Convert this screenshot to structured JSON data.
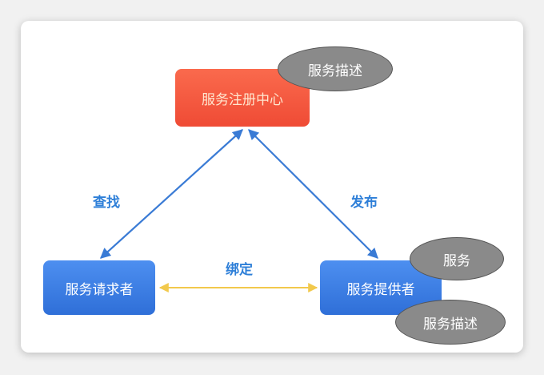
{
  "nodes": {
    "registry": "服务注册中心",
    "requester": "服务请求者",
    "provider": "服务提供者"
  },
  "annotations": {
    "registry_desc": "服务描述",
    "provider_service": "服务",
    "provider_desc": "服务描述"
  },
  "edges": {
    "find": "查找",
    "publish": "发布",
    "bind": "绑定"
  },
  "colors": {
    "registry": "#f2553c",
    "node_blue": "#3a7be0",
    "edge_blue": "#3a7bd5",
    "edge_bind": "#f2c94c",
    "label_blue": "#2e7fd8",
    "ellipse_gray": "#8a8a8a"
  }
}
